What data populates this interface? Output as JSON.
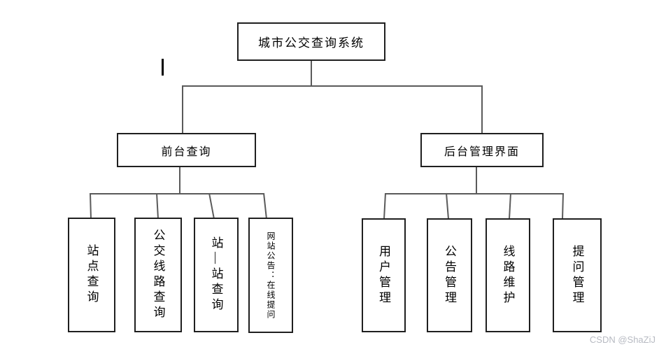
{
  "diagram": {
    "root": {
      "label": "城市公交查询系统"
    },
    "front": {
      "label": "前台查询",
      "children": [
        {
          "label": "站点查询"
        },
        {
          "label": "公交线路查询"
        },
        {
          "label": "站—站查询"
        },
        {
          "label": "网站公告：在线提问"
        }
      ]
    },
    "back": {
      "label": "后台管理界面",
      "children": [
        {
          "label": "用户管理"
        },
        {
          "label": "公告管理"
        },
        {
          "label": "线路维护"
        },
        {
          "label": "提问管理"
        }
      ]
    }
  },
  "watermark": "CSDN @ShaZiJ",
  "colors": {
    "box_border": "#1f1f1f",
    "connector": "#5a5a5a",
    "watermark": "#b7bac2"
  }
}
